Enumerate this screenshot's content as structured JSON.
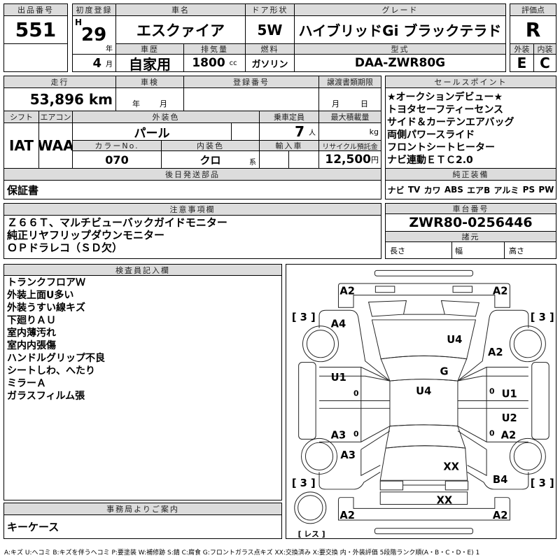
{
  "lot": {
    "label": "出品番号",
    "value": "551"
  },
  "first_reg": {
    "label": "初度登録",
    "era": "H",
    "year": "29",
    "year_unit": "年",
    "month": "4",
    "month_unit": "月"
  },
  "car_name": {
    "label": "車名",
    "value": "エスクァイア"
  },
  "door": {
    "label": "ドア形状",
    "value": "5W"
  },
  "grade": {
    "label": "グレード",
    "value": "ハイブリッドGi ブラックテラド"
  },
  "history": {
    "label": "車歴",
    "value": "自家用"
  },
  "displacement": {
    "label": "排気量",
    "value": "1800",
    "unit": "cc"
  },
  "fuel": {
    "label": "燃料",
    "value": "ガソリン"
  },
  "model": {
    "label": "型式",
    "value": "DAA-ZWR80G"
  },
  "score": {
    "label": "評価点",
    "value": "R",
    "ext_label": "外装",
    "int_label": "内装",
    "ext": "E",
    "int": "C"
  },
  "mileage": {
    "label": "走行",
    "value": "53,896 km"
  },
  "inspection": {
    "label": "車検",
    "year_unit": "年",
    "month_unit": "月"
  },
  "reg_no": {
    "label": "登録番号"
  },
  "transfer": {
    "label": "譲渡書類期限",
    "month_unit": "月",
    "day_unit": "日"
  },
  "shift": {
    "label": "シフト",
    "value": "IAT"
  },
  "ac": {
    "label": "エアコン",
    "value": "WAA"
  },
  "ext_color": {
    "label": "外装色",
    "value": "パール"
  },
  "capacity": {
    "label": "乗車定員",
    "value": "7",
    "unit": "人"
  },
  "max_load": {
    "label": "最大積載量",
    "unit": "kg"
  },
  "color_no": {
    "label": "カラーNo.",
    "value": "070"
  },
  "int_color": {
    "label": "内装色",
    "value": "クロ",
    "unit": "系"
  },
  "import": {
    "label": "輸入車"
  },
  "recycle": {
    "label": "リサイクル預託金",
    "value": "12,500",
    "unit": "円"
  },
  "later_parts": {
    "label": "後日発送部品",
    "value": "保証書"
  },
  "sales_points": {
    "label": "セールスポイント",
    "items": [
      "★オークションデビュー★",
      "トヨタセーフティーセンス",
      "サイド＆カーテンエアバッグ",
      "両側パワースライド",
      "フロントシートヒーター",
      "ナビ連動ＥＴＣ2.0"
    ]
  },
  "equipment": {
    "label": "純正装備",
    "items": [
      "ナビ",
      "TV",
      "カワ",
      "ABS",
      "エアB",
      "アルミ",
      "PS",
      "PW"
    ]
  },
  "notes": {
    "label": "注意事項欄",
    "lines": [
      "Ｚ６６Ｔ、マルチビューバックガイドモニター",
      "純正リヤフリップダウンモニター",
      "ＯＰドラレコ（ＳＤ欠）"
    ]
  },
  "chassis": {
    "label": "車台番号",
    "value": "ZWR80-0256446"
  },
  "specs": {
    "label": "諸元",
    "length": "長さ",
    "width": "幅",
    "height": "高さ"
  },
  "inspector": {
    "label": "検査員記入欄",
    "lines": [
      "トランクフロアＷ",
      "外装上面U多い",
      "外装うすい線キズ",
      "下廻りＡＵ",
      "室内薄汚れ",
      "室内内張傷",
      "ハンドルグリップ不良",
      "シートしわ、へたり",
      "ミラーＡ",
      "ガラスフィルム張"
    ]
  },
  "office": {
    "label": "事務局よりご案内",
    "value": "キーケース"
  },
  "diagram": {
    "marks": {
      "front_left": "A2",
      "front_right": "A2",
      "fender_left": "A4",
      "hood": "U4",
      "fender_right": "A2",
      "windshield": "G",
      "front_door_left": "U1",
      "roof": "U4",
      "front_door_right": "U1",
      "rear_door_right_upper": "U2",
      "rear_door_right": "A2",
      "rear_door_left": "A3",
      "quarter_left": "A3",
      "back_door": "XX",
      "quarter_right": "B4",
      "rear_panel": "XX",
      "rear_left": "A2",
      "rear_right": "A2"
    },
    "tire": "[ 3 ]",
    "spare": "[ レス ]",
    "seal": "0"
  },
  "legend": "A:キズ U:ヘコミ B:キズを伴うヘコミ P:要塗装 W:補修跡 S:錆 C:腐食 G:フロントガラス点キズ XX:交換済み X:要交換 内・外装評価 5段階ランク順(A・B・C・D・E) 1"
}
